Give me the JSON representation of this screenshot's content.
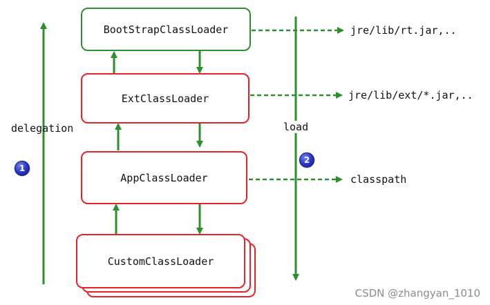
{
  "loaders": {
    "bootstrap": "BootStrapClassLoader",
    "ext": "ExtClassLoader",
    "app": "AppClassLoader",
    "custom": "CustomClassLoader"
  },
  "paths": {
    "bootstrap": "jre/lib/rt.jar,..",
    "ext": "jre/lib/ext/*.jar,..",
    "app": "classpath"
  },
  "labels": {
    "delegation": "delegation",
    "load": "load",
    "badge_delegation": "1",
    "badge_load": "2"
  },
  "colors": {
    "arrow": "#2c8f2c",
    "bootstrap_border": "#2c8f2c",
    "loader_border": "#e8202a"
  },
  "watermark": "CSDN @zhangyan_1010"
}
